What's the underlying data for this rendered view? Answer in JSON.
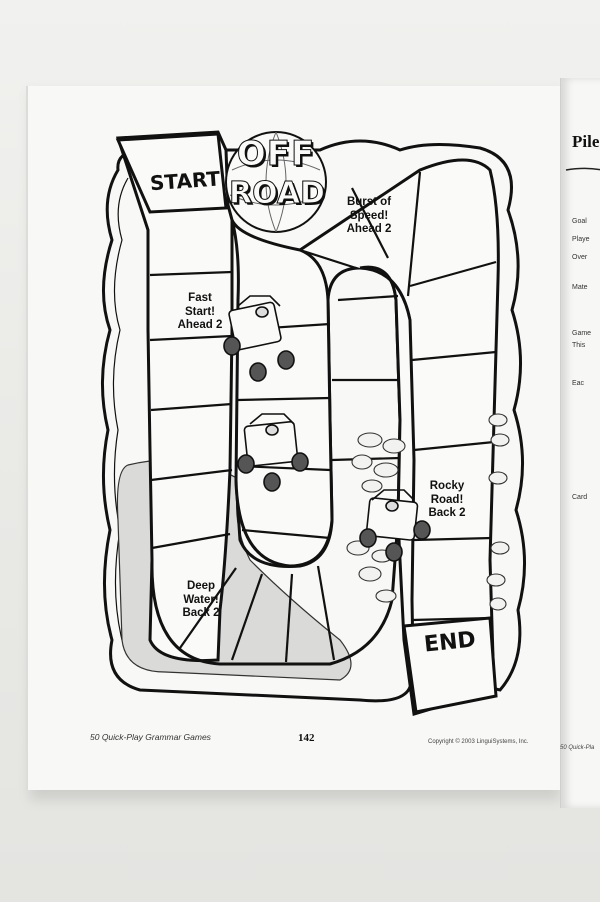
{
  "board": {
    "logo_line1": "OFF",
    "logo_line2": "ROAD",
    "start_label": "START",
    "end_label": "END",
    "spaces": [
      {
        "lines": [
          "Burst of",
          "Speed!",
          "Ahead 2"
        ]
      },
      {
        "lines": [
          "Fast",
          "Start!",
          "Ahead 2"
        ]
      },
      {
        "lines": [
          "Rocky",
          "Road!",
          "Back 2"
        ]
      },
      {
        "lines": [
          "Deep",
          "Water!",
          "Back 2"
        ]
      }
    ]
  },
  "footer": {
    "book_title": "50 Quick-Play Grammar Games",
    "page_number": "142",
    "copyright": "Copyright © 2003 LinguiSystems, Inc."
  },
  "right_page": {
    "title": "Pile I",
    "lines": [
      "Goal",
      "Playe",
      "Over",
      "Mate",
      "Game",
      "This",
      "Eac",
      "Card"
    ],
    "footer": "50 Quick-Pla"
  },
  "colors": {
    "ink": "#111111",
    "paper": "#f8f8f6",
    "water": "#d8d8d6",
    "background": "#ececea"
  }
}
